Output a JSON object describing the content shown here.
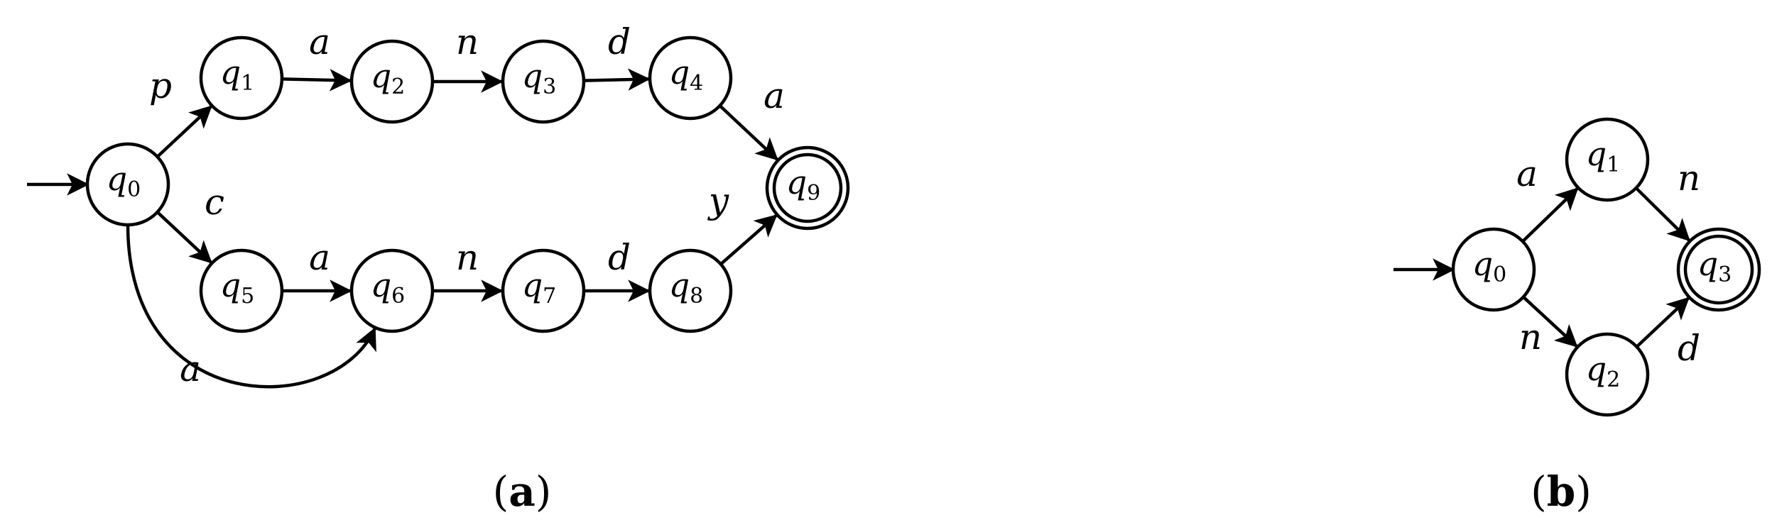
{
  "colors": {
    "stroke": "#000000",
    "background": "#ffffff"
  },
  "diagrams": [
    {
      "id": "a",
      "caption_open": "(",
      "caption_letter": "a",
      "caption_close": ")",
      "start_state": "q0",
      "states": [
        {
          "id": "q0",
          "base": "q",
          "sub": "0",
          "accepting": false
        },
        {
          "id": "q1",
          "base": "q",
          "sub": "1",
          "accepting": false
        },
        {
          "id": "q2",
          "base": "q",
          "sub": "2",
          "accepting": false
        },
        {
          "id": "q3",
          "base": "q",
          "sub": "3",
          "accepting": false
        },
        {
          "id": "q4",
          "base": "q",
          "sub": "4",
          "accepting": false
        },
        {
          "id": "q5",
          "base": "q",
          "sub": "5",
          "accepting": false
        },
        {
          "id": "q6",
          "base": "q",
          "sub": "6",
          "accepting": false
        },
        {
          "id": "q7",
          "base": "q",
          "sub": "7",
          "accepting": false
        },
        {
          "id": "q8",
          "base": "q",
          "sub": "8",
          "accepting": false
        },
        {
          "id": "q9",
          "base": "q",
          "sub": "9",
          "accepting": true
        }
      ],
      "transitions": [
        {
          "from": "q0",
          "to": "q1",
          "label": "p"
        },
        {
          "from": "q1",
          "to": "q2",
          "label": "a"
        },
        {
          "from": "q2",
          "to": "q3",
          "label": "n"
        },
        {
          "from": "q3",
          "to": "q4",
          "label": "d"
        },
        {
          "from": "q4",
          "to": "q9",
          "label": "a"
        },
        {
          "from": "q0",
          "to": "q5",
          "label": "c"
        },
        {
          "from": "q5",
          "to": "q6",
          "label": "a"
        },
        {
          "from": "q6",
          "to": "q7",
          "label": "n"
        },
        {
          "from": "q7",
          "to": "q8",
          "label": "d"
        },
        {
          "from": "q8",
          "to": "q9",
          "label": "y"
        },
        {
          "from": "q0",
          "to": "q6",
          "label": "a"
        }
      ]
    },
    {
      "id": "b",
      "caption_open": "(",
      "caption_letter": "b",
      "caption_close": ")",
      "start_state": "q0",
      "states": [
        {
          "id": "q0",
          "base": "q",
          "sub": "0",
          "accepting": false
        },
        {
          "id": "q1",
          "base": "q",
          "sub": "1",
          "accepting": false
        },
        {
          "id": "q2",
          "base": "q",
          "sub": "2",
          "accepting": false
        },
        {
          "id": "q3",
          "base": "q",
          "sub": "3",
          "accepting": true
        }
      ],
      "transitions": [
        {
          "from": "q0",
          "to": "q1",
          "label": "a"
        },
        {
          "from": "q1",
          "to": "q3",
          "label": "n"
        },
        {
          "from": "q0",
          "to": "q2",
          "label": "n"
        },
        {
          "from": "q2",
          "to": "q3",
          "label": "d"
        }
      ]
    }
  ]
}
